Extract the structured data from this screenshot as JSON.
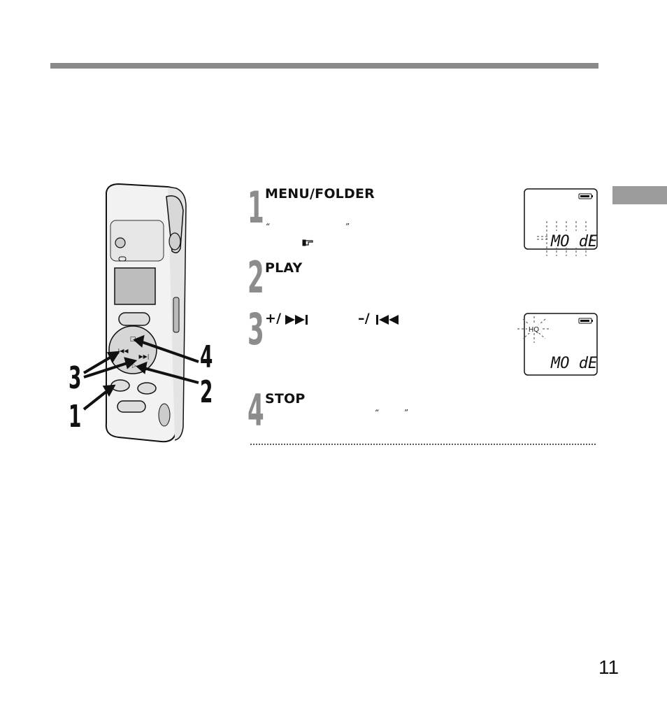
{
  "steps": [
    {
      "number": "1",
      "title": "MENU/FOLDER",
      "open_quote": "“",
      "close_quote": "”"
    },
    {
      "number": "2",
      "title": "PLAY"
    },
    {
      "number": "3",
      "title_plus": "+/",
      "title_minus": "–/"
    },
    {
      "number": "4",
      "title": "STOP",
      "open_quote": "“",
      "close_quote": "”"
    }
  ],
  "device_callouts": [
    "3",
    "1",
    "4",
    "2"
  ],
  "lcd_1": {
    "text": "MO dE"
  },
  "lcd_2": {
    "badge": "HQ",
    "text": "MO dE"
  },
  "page_number": "11",
  "icons": [
    "reference-hand-icon",
    "fast-forward-icon",
    "rewind-icon",
    "battery-icon"
  ]
}
